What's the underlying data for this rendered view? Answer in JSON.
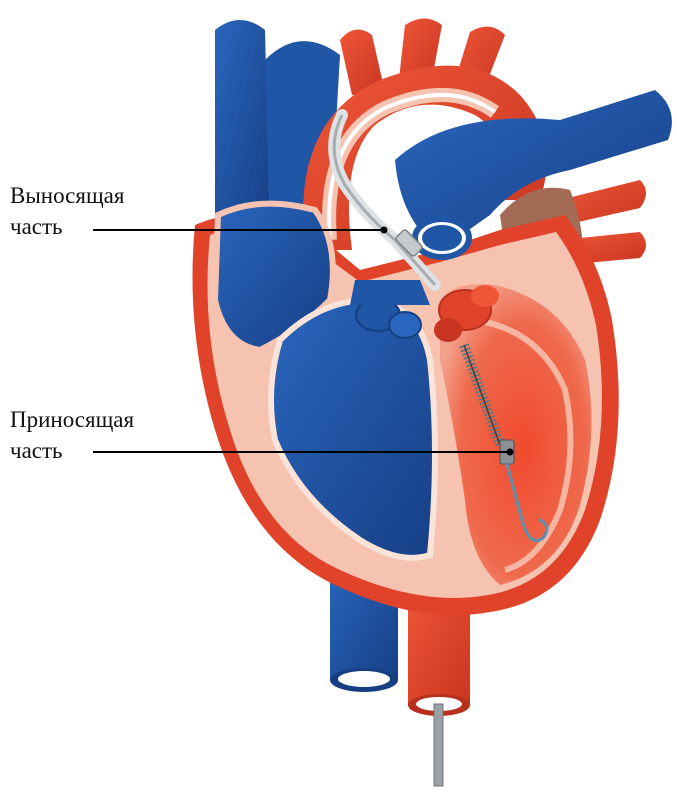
{
  "labels": {
    "outflow": {
      "line1": "Выносящая",
      "line2": "часть"
    },
    "inflow": {
      "line1": "Приносящая",
      "line2": "часть"
    }
  },
  "colors": {
    "vein_blue": "#1f56a6",
    "vein_blue_dark": "#153f80",
    "artery_red": "#e0432a",
    "artery_red_dark": "#b8301d",
    "muscle_pink": "#f6c3b0",
    "muscle_light": "#fbe3d8",
    "chamber_red": "#ec5a3c",
    "atrium_brown": "#a36a55",
    "device_gray": "#8a8f94",
    "leader_line": "#000000"
  },
  "icons": [
    "heart-illustration",
    "catheter-device"
  ]
}
